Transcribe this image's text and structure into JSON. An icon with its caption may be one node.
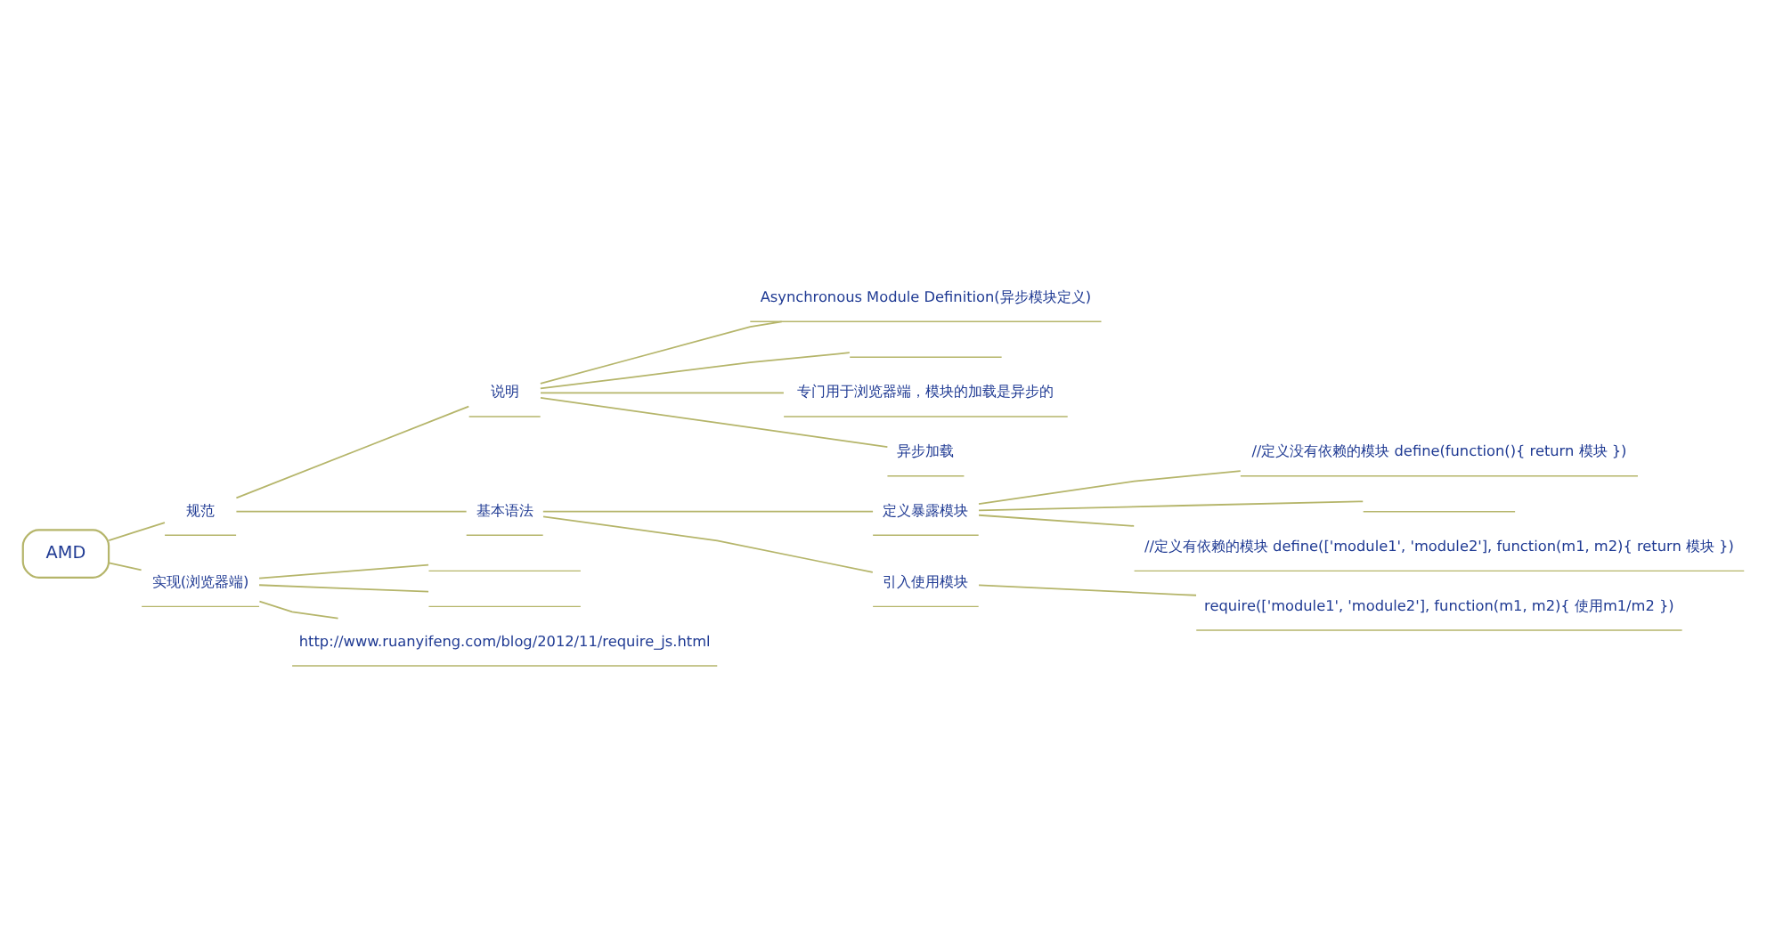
{
  "diagram": {
    "nodes": [
      {
        "text": [
          "AMD"
        ]
      },
      {
        "text": [
          "规范"
        ]
      },
      {
        "text": [
          "说明"
        ]
      },
      {
        "text": [
          "Asynchronous Module Definition(异步模块定义)"
        ]
      },
      {
        "text": [],
        "shape": "bar"
      },
      {
        "text": [
          "专门用于浏览器端，模块的加载是异步的"
        ]
      },
      {
        "text": [
          "异步加载"
        ]
      },
      {
        "text": [
          "基本语法"
        ]
      },
      {
        "text": [
          "定义暴露模块"
        ]
      },
      {
        "text": [
          "//定义没有依赖的模块 define(function(){ return 模块 })"
        ]
      },
      {
        "text": [],
        "shape": "bar"
      },
      {
        "text": [
          "//定义有依赖的模块 define(['module1', 'module2'], function(m1, m2){ return 模块 })"
        ]
      },
      {
        "text": [
          "引入使用模块"
        ]
      },
      {
        "text": [
          "require(['module1', 'module2'], function(m1, m2){ 使用m1/m2 })"
        ]
      },
      {
        "text": [
          "实现(浏览器端)"
        ]
      },
      {
        "text": [],
        "shape": "bar"
      },
      {
        "text": [],
        "shape": "bar"
      },
      {
        "text": [
          "http://www.ruanyifeng.com/blog/2012/11/require_js.html"
        ]
      }
    ],
    "edges": [
      {
        "from": 0,
        "to": 1,
        "arrow": "none"
      },
      {
        "from": 1,
        "to": 2,
        "arrow": "none"
      },
      {
        "from": 2,
        "to": 3,
        "arrow": "none"
      },
      {
        "from": 2,
        "to": 4,
        "arrow": "none"
      },
      {
        "from": 2,
        "to": 5,
        "arrow": "none"
      },
      {
        "from": 2,
        "to": 6,
        "arrow": "none"
      },
      {
        "from": 1,
        "to": 7,
        "arrow": "none"
      },
      {
        "from": 7,
        "to": 8,
        "arrow": "none"
      },
      {
        "from": 8,
        "to": 9,
        "arrow": "none"
      },
      {
        "from": 8,
        "to": 10,
        "arrow": "none"
      },
      {
        "from": 8,
        "to": 11,
        "arrow": "none"
      },
      {
        "from": 7,
        "to": 12,
        "arrow": "none"
      },
      {
        "from": 12,
        "to": 13,
        "arrow": "none"
      },
      {
        "from": 0,
        "to": 14,
        "arrow": "none"
      },
      {
        "from": 14,
        "to": 15,
        "arrow": "none"
      },
      {
        "from": 14,
        "to": 16,
        "arrow": "none"
      },
      {
        "from": 14,
        "to": 17,
        "arrow": "none"
      }
    ]
  }
}
